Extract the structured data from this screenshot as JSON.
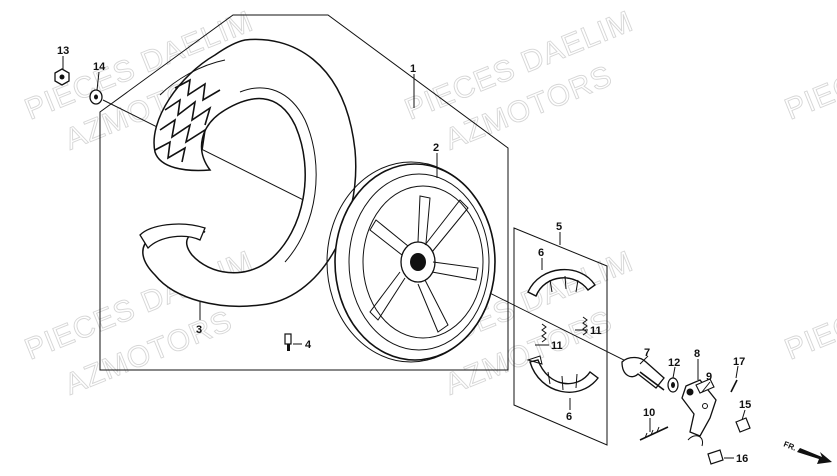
{
  "watermark": {
    "line1": "PIECES DAELIM",
    "line2": "AZMOTORS",
    "color": "#d6d6d6"
  },
  "callouts": {
    "c1": "1",
    "c2": "2",
    "c3": "3",
    "c4": "4",
    "c5": "5",
    "c6a": "6",
    "c6b": "6",
    "c7": "7",
    "c8": "8",
    "c9": "9",
    "c10": "10",
    "c11a": "11",
    "c11b": "11",
    "c12": "12",
    "c13": "13",
    "c14": "14",
    "c15": "15",
    "c16": "16",
    "c17": "17"
  },
  "direction_indicator": "FR."
}
